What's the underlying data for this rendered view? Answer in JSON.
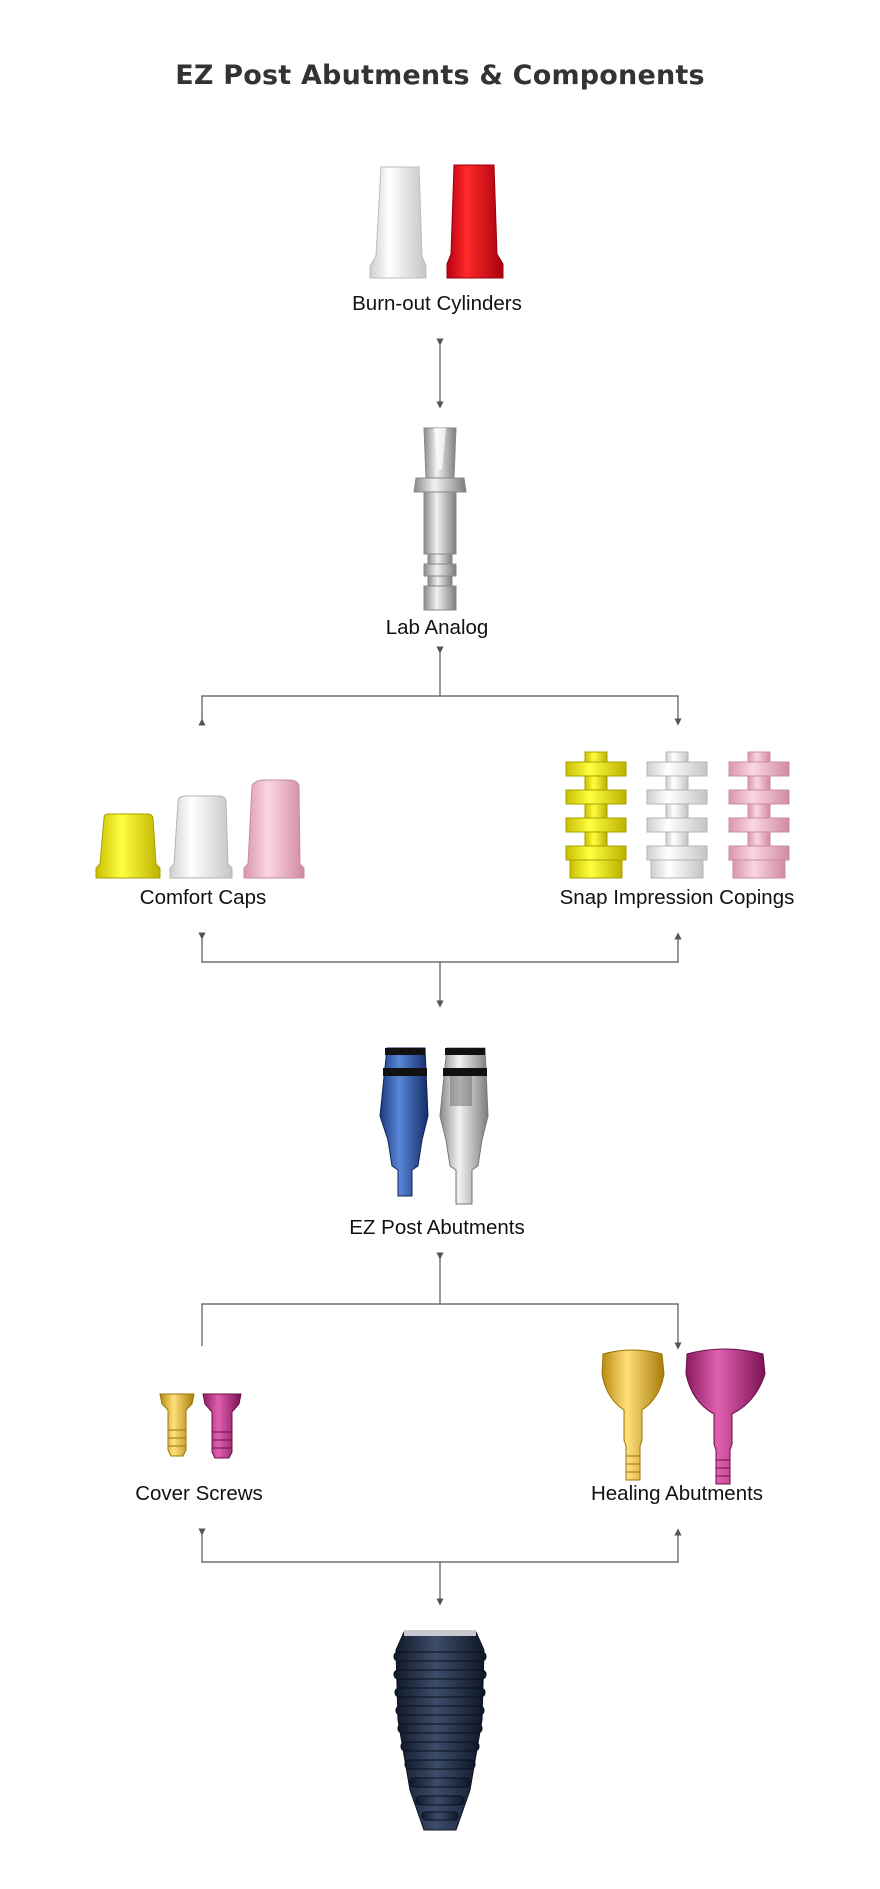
{
  "title": "EZ Post Abutments & Components",
  "components": {
    "burnout": "Burn-out Cylinders",
    "lab_analog": "Lab Analog",
    "comfort_caps": "Comfort Caps",
    "snap_copings": "Snap Impression Copings",
    "ez_post": "EZ Post Abutments",
    "cover_screws": "Cover Screws",
    "healing": "Healing Abutments"
  },
  "colors": {
    "red": "#e0101e",
    "yellow": "#eee000",
    "pink": "#f2b8c8",
    "white": "#eeeeee",
    "blue": "#2b54a8",
    "silver": "#b8b8b8",
    "gold": "#e8b830",
    "magenta": "#c0308a",
    "navy": "#1e2a40",
    "connector": "#555555"
  }
}
